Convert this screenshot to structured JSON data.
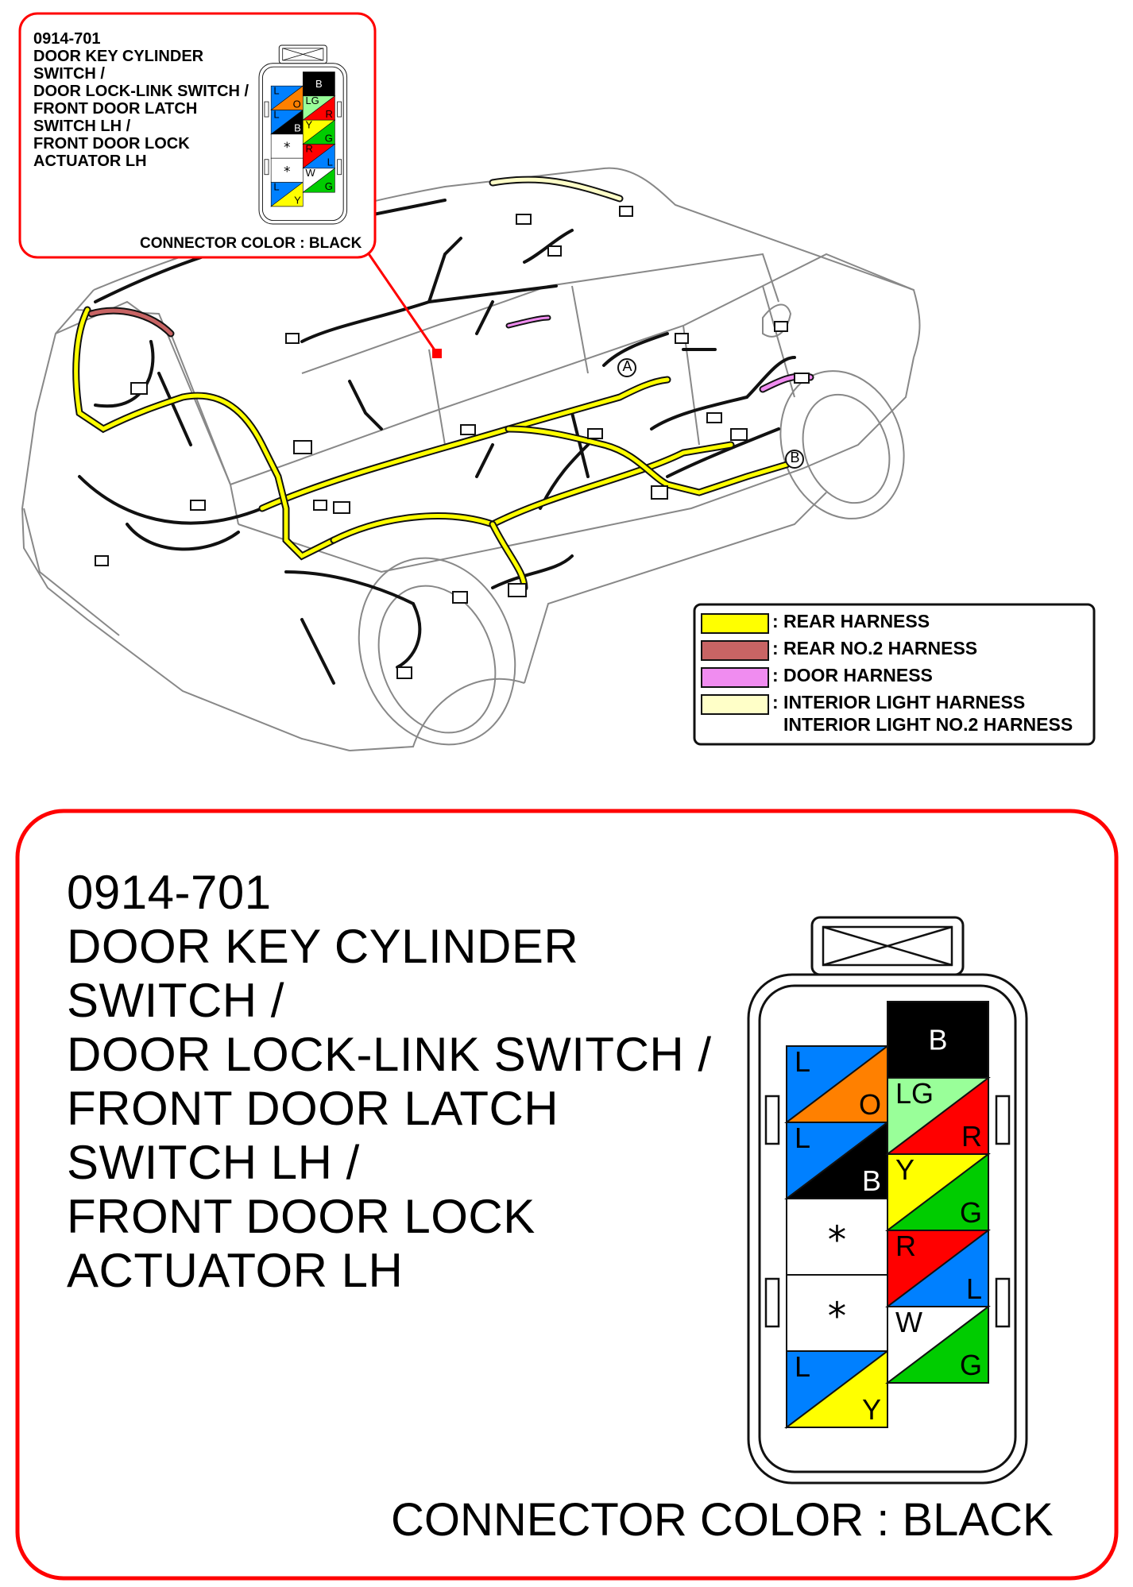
{
  "callout_small": {
    "part_number": "0914-701",
    "lines": [
      "DOOR KEY CYLINDER",
      "SWITCH /",
      "DOOR LOCK-LINK SWITCH /",
      "FRONT DOOR LATCH",
      "SWITCH LH /",
      "FRONT DOOR LOCK",
      "ACTUATOR LH"
    ],
    "connector_color": "CONNECTOR COLOR : BLACK"
  },
  "callout_large": {
    "part_number": "0914-701",
    "lines": [
      "DOOR KEY CYLINDER",
      "SWITCH /",
      "DOOR LOCK-LINK SWITCH /",
      "FRONT DOOR LATCH",
      "SWITCH LH /",
      "FRONT DOOR LOCK",
      "ACTUATOR LH"
    ],
    "connector_color": "CONNECTOR COLOR : BLACK"
  },
  "markers": [
    "A",
    "B"
  ],
  "legend": [
    {
      "color": "#ffff00",
      "label": ": REAR HARNESS"
    },
    {
      "color": "#c86464",
      "label": ": REAR NO.2 HARNESS"
    },
    {
      "color": "#f08cf0",
      "label": ": DOOR HARNESS"
    },
    {
      "color": "#ffffc8",
      "label": ": INTERIOR LIGHT HARNESS",
      "label2": "INTERIOR LIGHT NO.2 HARNESS"
    }
  ],
  "connector_pins": {
    "left": [
      {
        "top": "L",
        "bottom": "O",
        "top_color": "#0080ff",
        "bottom_color": "#ff8000"
      },
      {
        "top": "L",
        "bottom": "B",
        "top_color": "#0080ff",
        "bottom_color": "#000000"
      },
      {
        "symbol": "*"
      },
      {
        "symbol": "*"
      },
      {
        "top": "L",
        "bottom": "Y",
        "top_color": "#0080ff",
        "bottom_color": "#ffff00"
      }
    ],
    "right": [
      {
        "solid": "B",
        "color": "#000000"
      },
      {
        "top": "LG",
        "bottom": "R",
        "top_color": "#99ff99",
        "bottom_color": "#ff0000"
      },
      {
        "top": "Y",
        "bottom": "G",
        "top_color": "#ffff00",
        "bottom_color": "#00cc00"
      },
      {
        "top": "R",
        "bottom": "L",
        "top_color": "#ff0000",
        "bottom_color": "#0080ff"
      },
      {
        "top": "W",
        "bottom": "G",
        "top_color": "#ffffff",
        "bottom_color": "#00cc00"
      }
    ]
  },
  "colors": {
    "callout_border": "#ff0000"
  }
}
